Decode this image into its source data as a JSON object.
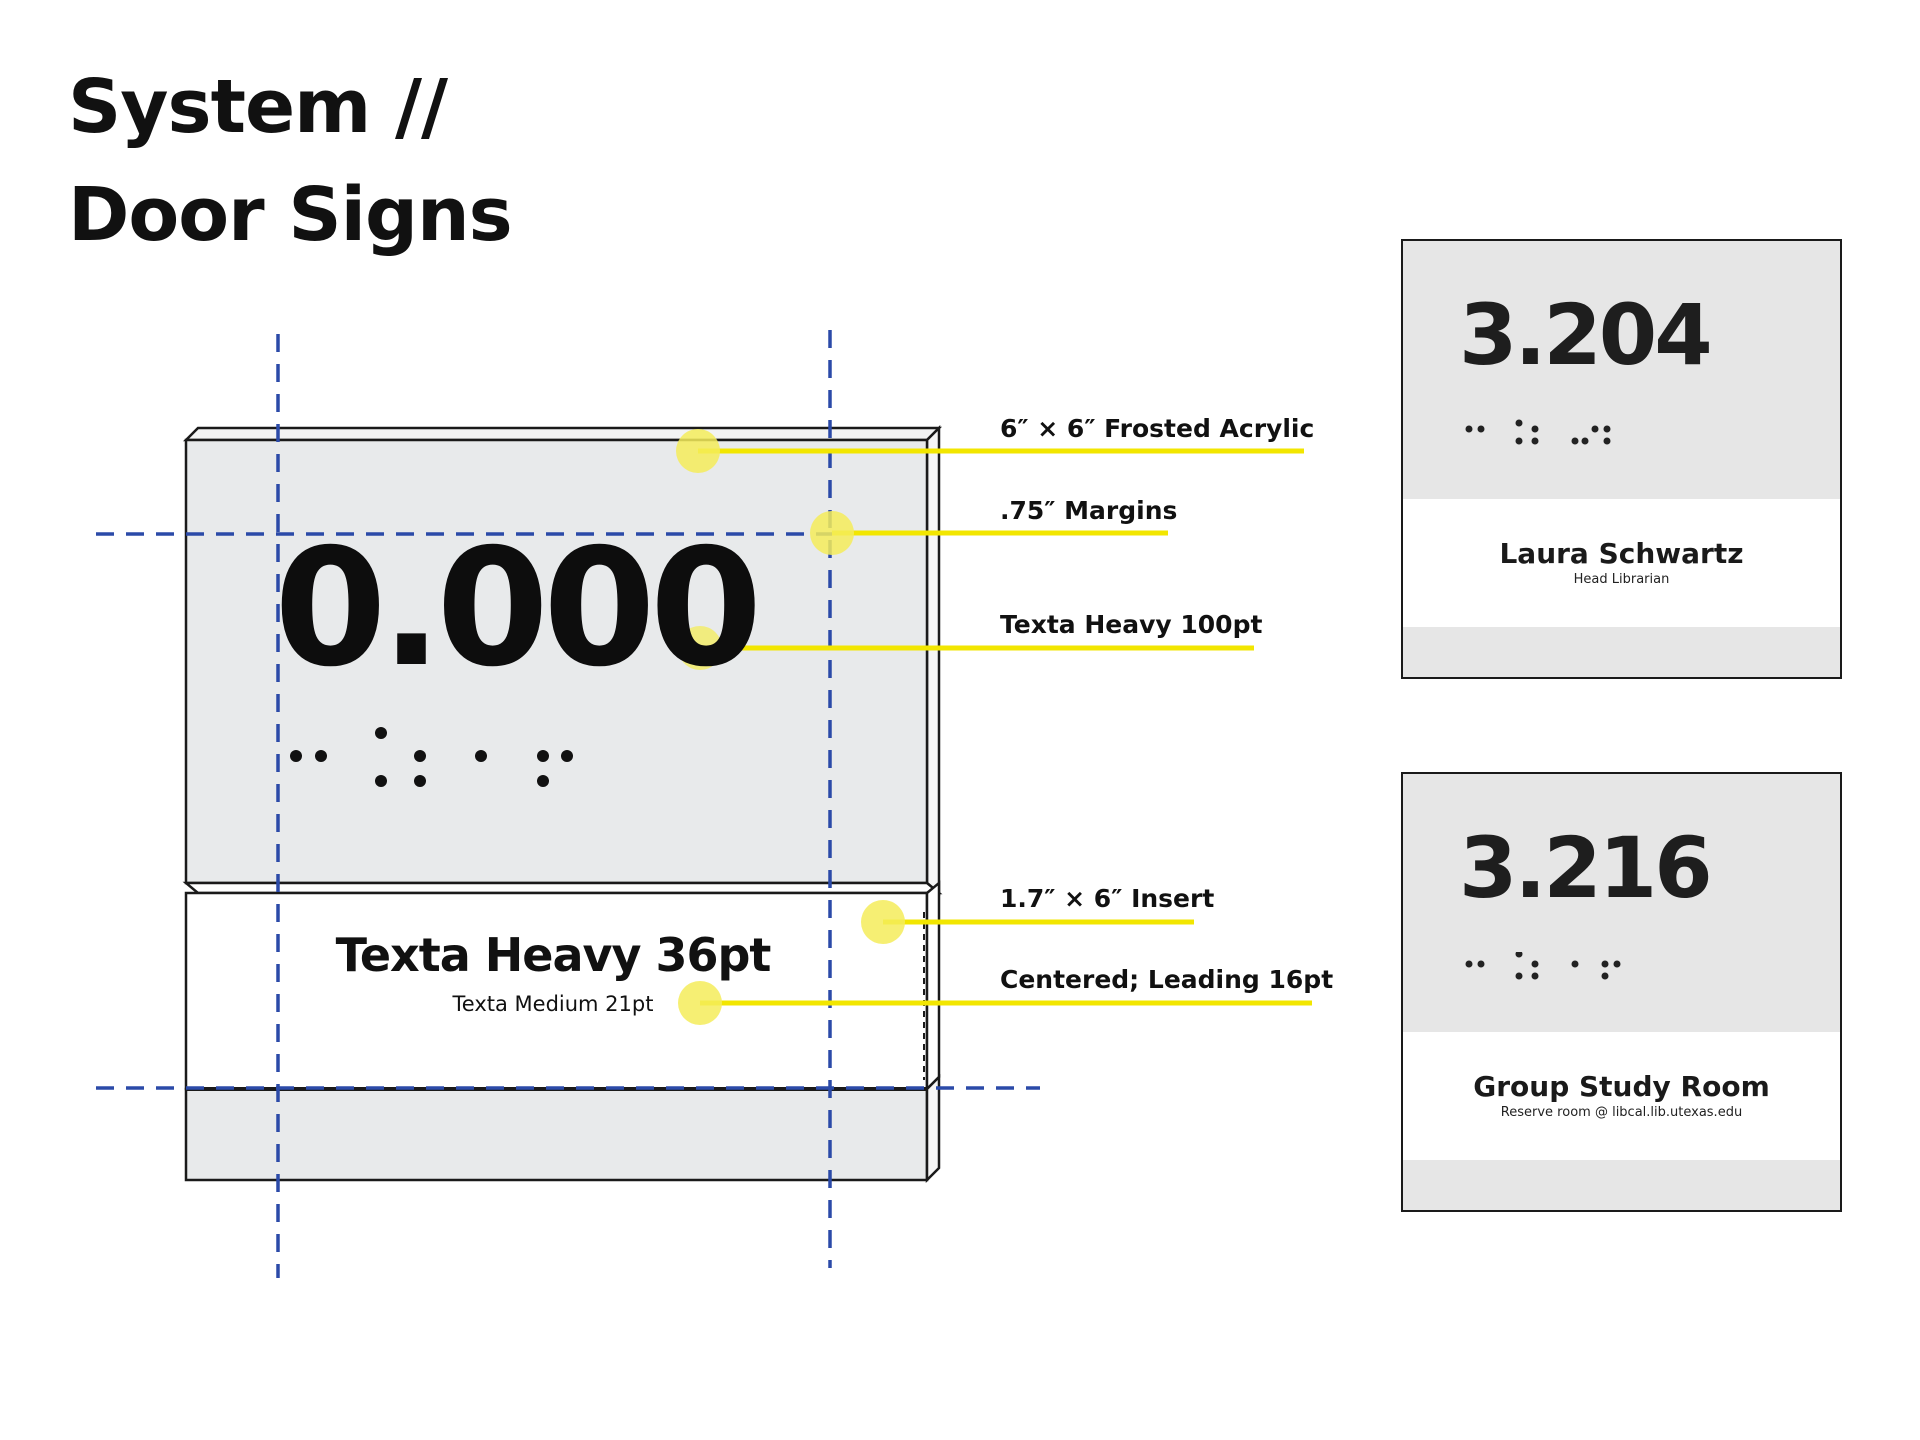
{
  "title": {
    "line1": "System //",
    "line2": "Door Signs"
  },
  "template_sign": {
    "room_number": "0.000",
    "insert_title": "Texta Heavy 36pt",
    "insert_subtitle": "Texta Medium 21pt"
  },
  "callouts": [
    {
      "label": "6″ × 6″ Frosted Acrylic"
    },
    {
      "label": ".75″ Margins"
    },
    {
      "label": "Texta Heavy 100pt"
    },
    {
      "label": "1.7″ × 6″ Insert"
    },
    {
      "label": "Centered; Leading 16pt"
    }
  ],
  "examples": [
    {
      "room_number": "3.204",
      "name": "Laura Schwartz",
      "role": "Head Librarian"
    },
    {
      "room_number": "3.216",
      "name": "Group Study Room",
      "role": "Reserve room @ libcal.lib.utexas.edu"
    }
  ],
  "colors": {
    "guide_lines": "#2b4aa8",
    "callout_yellow": "#f2e600",
    "callout_dot": "#f4ec5a",
    "acrylic_face": "#e8eaeb",
    "outline": "#1a1a1a"
  }
}
